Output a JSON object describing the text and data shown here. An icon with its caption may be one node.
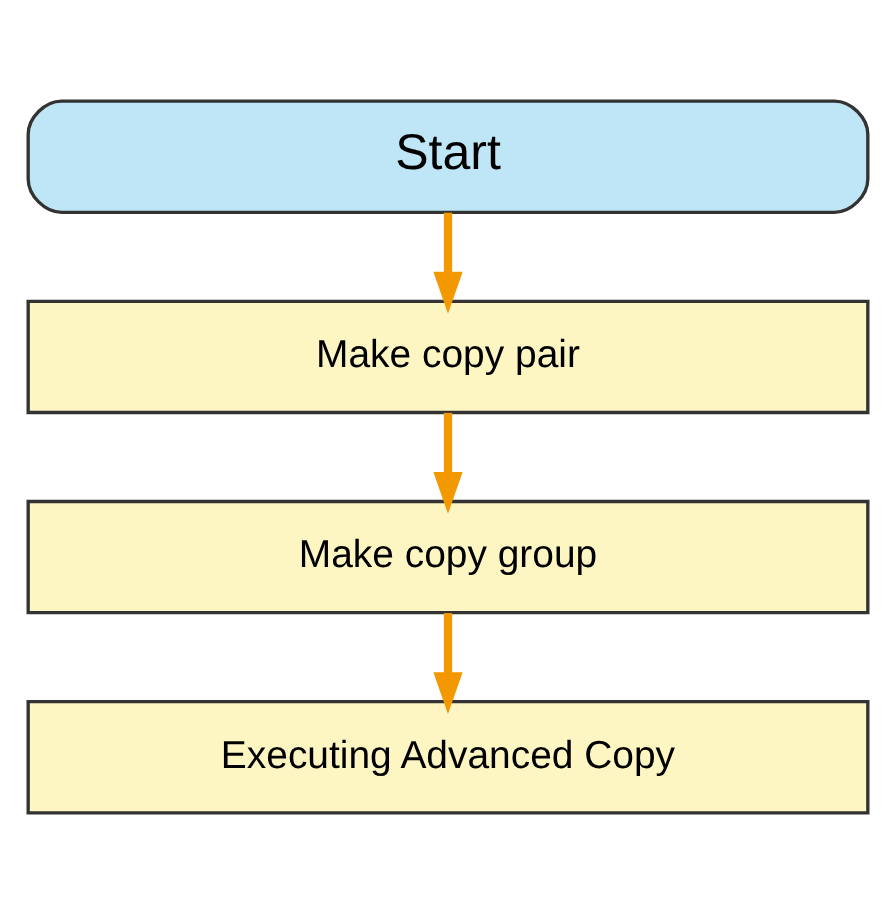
{
  "diagram": {
    "nodes": [
      {
        "text": [
          "Start"
        ]
      },
      {
        "text": [
          "Make copy pair"
        ]
      },
      {
        "text": [
          "Make copy group"
        ]
      },
      {
        "text": [
          "Executing Advanced Copy"
        ]
      }
    ],
    "edges": [
      {
        "from": 0,
        "to": 1,
        "arrow": "to"
      },
      {
        "from": 1,
        "to": 2,
        "arrow": "to"
      },
      {
        "from": 2,
        "to": 3,
        "arrow": "to"
      }
    ]
  }
}
